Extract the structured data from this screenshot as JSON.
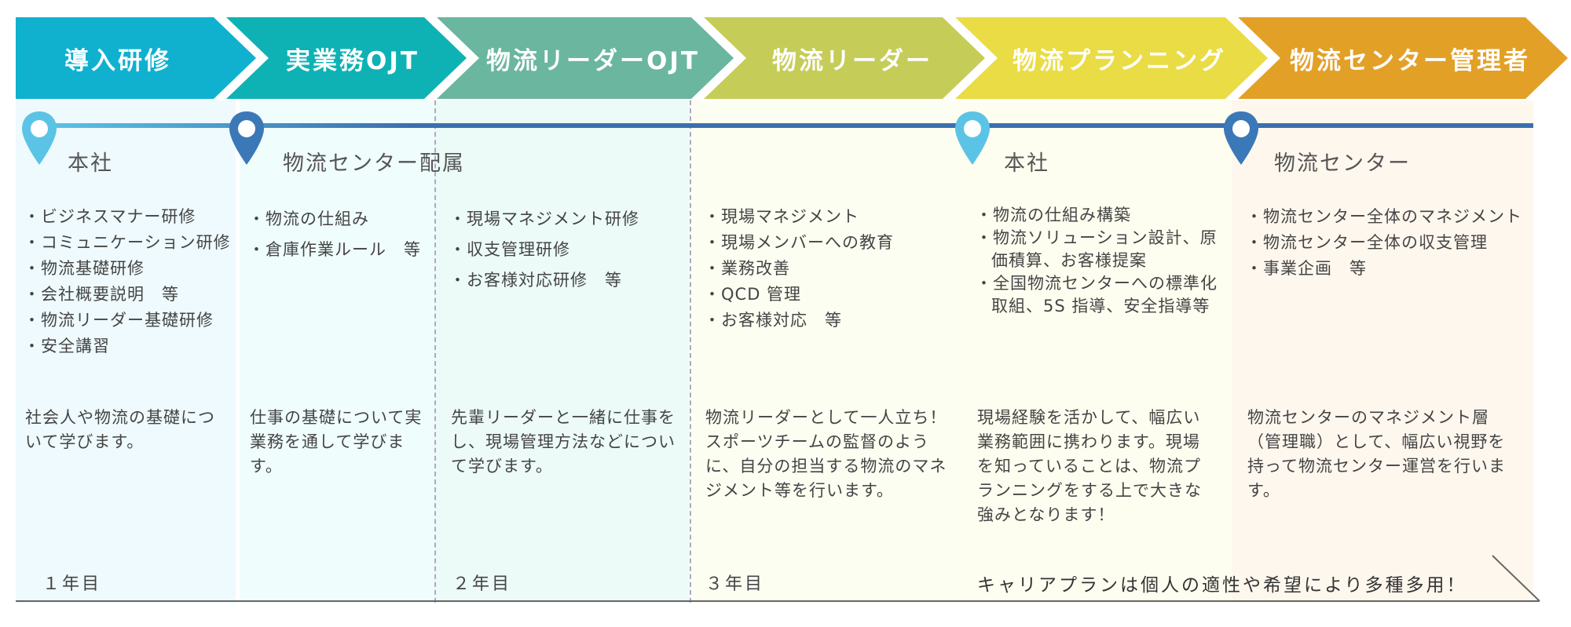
{
  "stages": [
    {
      "label": "導入研修",
      "color": "#0fb1cf"
    },
    {
      "label": "実業務OJT",
      "color": "#0fb2b4"
    },
    {
      "label": "物流リーダーOJT",
      "color": "#6ab69e"
    },
    {
      "label": "物流リーダー",
      "color": "#c5cd58"
    },
    {
      "label": "物流プランニング",
      "color": "#eadc44"
    },
    {
      "label": "物流センター管理者",
      "color": "#e3a027"
    }
  ],
  "locations": {
    "honsha_1": "本社",
    "center_1": "物流センター配属",
    "honsha_2": "本社",
    "center_2": "物流センター"
  },
  "columns": [
    {
      "items": [
        "ビジネスマナー研修",
        "コミュニケーション研修",
        "物流基礎研修",
        "会社概要説明　等",
        "物流リーダー基礎研修",
        "安全講習"
      ],
      "desc": "社会人や物流の基礎について学びます。"
    },
    {
      "items": [
        "物流の仕組み",
        "倉庫作業ルール　等"
      ],
      "desc": "仕事の基礎について実業務を通して学びます。"
    },
    {
      "items": [
        "現場マネジメント研修",
        "収支管理研修",
        "お客様対応研修　等"
      ],
      "desc": "先輩リーダーと一緒に仕事をし、現場管理方法などについて学びます。"
    },
    {
      "items": [
        "現場マネジメント",
        "現場メンバーへの教育",
        "業務改善",
        "QCD 管理",
        "お客様対応　等"
      ],
      "desc": "物流リーダーとして一人立ち！スポーツチームの監督のように、自分の担当する物流のマネジメント等を行います。"
    },
    {
      "items": [
        "物流の仕組み構築",
        "物流ソリューション設計、原価積算、お客様提案",
        "全国物流センターへの標準化取組、5S 指導、安全指導等"
      ],
      "desc": "現場経験を活かして、幅広い業務範囲に携わります。現場を知っていることは、物流プランニングをする上で大きな強みとなります！"
    },
    {
      "items": [
        "物流センター全体のマネジメント",
        "物流センター全体の収支管理",
        "事業企画　等"
      ],
      "desc": "物流センターのマネジメント層（管理職）として、幅広い視野を持って物流センター運営を行います。"
    }
  ],
  "years": {
    "y1": "１年目",
    "y2": "２年目",
    "y3": "３年目"
  },
  "note": "キャリアプランは個人の適性や希望により多種多用！",
  "colors": {
    "pin_light": "#5bc4e6",
    "pin_dark": "#3b78b8",
    "timeline": "#3b6fae"
  }
}
